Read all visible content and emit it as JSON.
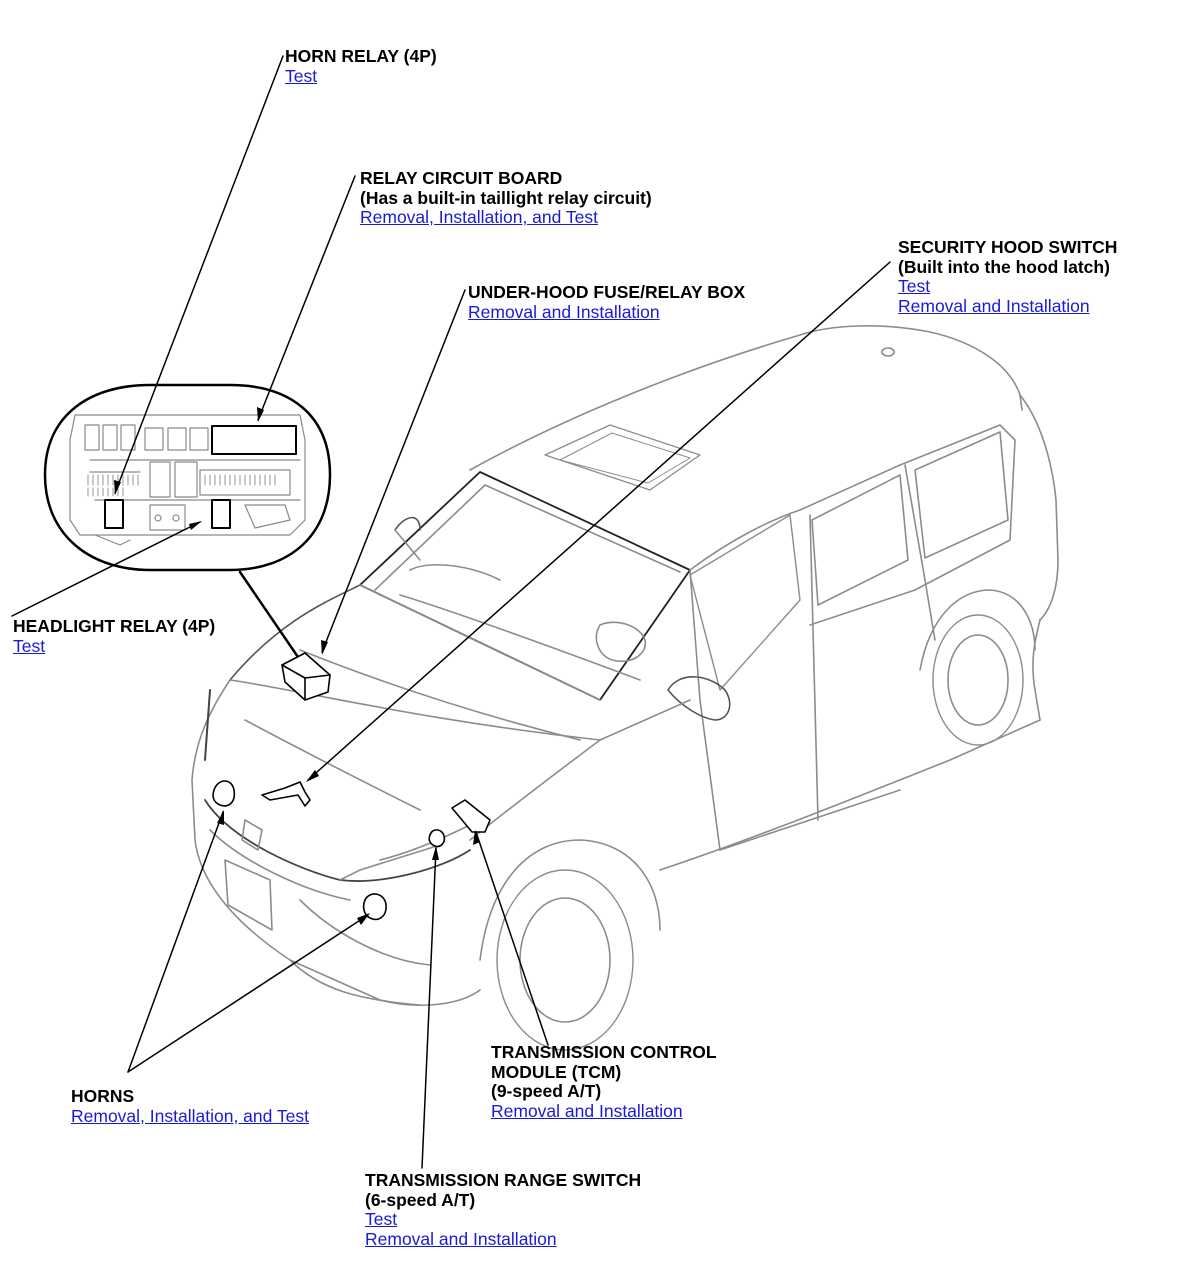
{
  "callouts": {
    "horn_relay": {
      "title": "HORN RELAY (4P)",
      "links": [
        "Test"
      ]
    },
    "relay_circuit_board": {
      "title": "RELAY CIRCUIT BOARD",
      "subtitle": "(Has a built-in taillight relay circuit)",
      "links": [
        "Removal, Installation, and Test"
      ]
    },
    "under_hood_fuse_box": {
      "title": "UNDER-HOOD FUSE/RELAY BOX",
      "links": [
        "Removal and Installation"
      ]
    },
    "security_hood_switch": {
      "title": "SECURITY HOOD SWITCH",
      "subtitle": "(Built into the hood latch)",
      "links": [
        "Test",
        "Removal and Installation"
      ]
    },
    "headlight_relay": {
      "title": "HEADLIGHT RELAY (4P)",
      "links": [
        "Test"
      ]
    },
    "horns": {
      "title": "HORNS",
      "links": [
        "Removal, Installation, and Test"
      ]
    },
    "tcm": {
      "title_lines": [
        "TRANSMISSION CONTROL",
        "MODULE (TCM)",
        "(9-speed A/T)"
      ],
      "links": [
        "Removal and Installation"
      ]
    },
    "range_switch": {
      "title": "TRANSMISSION RANGE SWITCH",
      "subtitle": "(6-speed A/T)",
      "links": [
        "Test",
        "Removal and Installation"
      ]
    }
  },
  "colors": {
    "link": "#1a1ad6",
    "line": "#000000",
    "outline": "#8a8a8a"
  }
}
